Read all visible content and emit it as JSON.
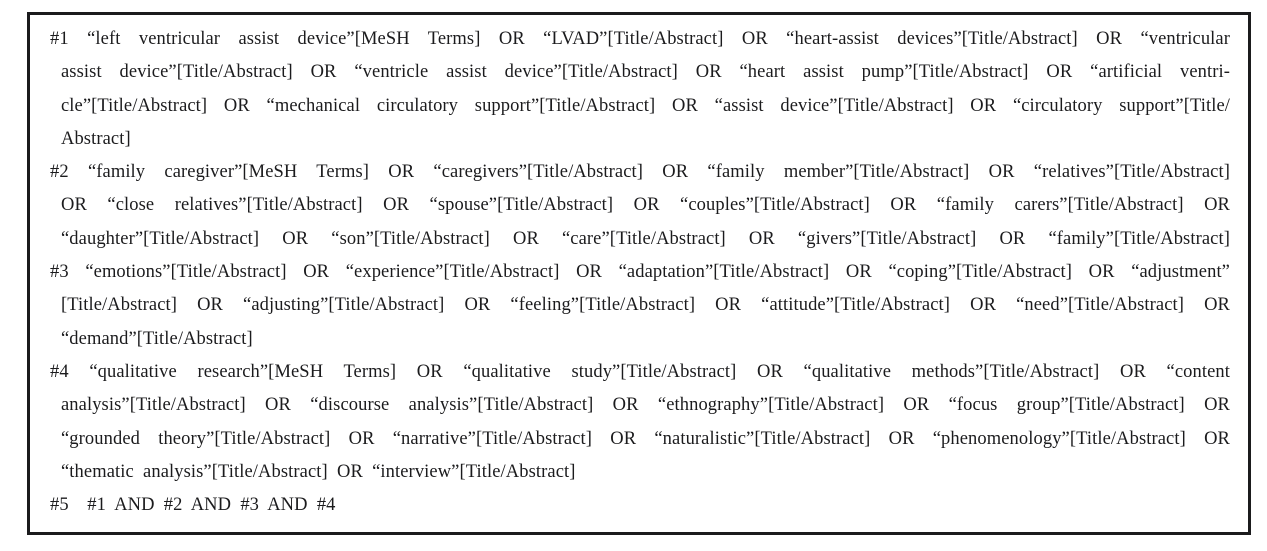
{
  "document": {
    "type": "pubmed-search-strategy-table",
    "text_color": "#1b1b1d",
    "border_color": "#1b1b1d",
    "background_color": "#ffffff",
    "entries": [
      {
        "id": "#1",
        "lines": [
          "#1 “left ventricular assist device”[MeSH Terms] OR “LVAD”[Title/Abstract] OR “heart-assist devices”[Title/Abstract] OR “ventricular",
          "assist device”[Title/Abstract] OR “ventricle assist device”[Title/Abstract] OR “heart assist pump”[Title/Abstract] OR “artificial ventri-",
          "cle”[Title/Abstract] OR “mechanical circulatory support”[Title/Abstract] OR “assist device”[Title/Abstract] OR “circulatory support”[Title/",
          "Abstract]"
        ]
      },
      {
        "id": "#2",
        "lines": [
          "#2 “family caregiver”[MeSH Terms] OR “caregivers”[Title/Abstract] OR “family member”[Title/Abstract] OR “relatives”[Title/Abstract]",
          "OR “close relatives”[Title/Abstract] OR “spouse”[Title/Abstract] OR “couples”[Title/Abstract] OR “family carers”[Title/Abstract] OR",
          "“daughter”[Title/Abstract] OR “son”[Title/Abstract] OR “care”[Title/Abstract] OR “givers”[Title/Abstract] OR “family”[Title/Abstract]"
        ]
      },
      {
        "id": "#3",
        "lines": [
          "#3 “emotions”[Title/Abstract] OR “experience”[Title/Abstract] OR “adaptation”[Title/Abstract] OR “coping”[Title/Abstract] OR “adjustment”",
          "[Title/Abstract] OR “adjusting”[Title/Abstract] OR “feeling”[Title/Abstract] OR “attitude”[Title/Abstract] OR “need”[Title/Abstract] OR",
          "“demand”[Title/Abstract]"
        ]
      },
      {
        "id": "#4",
        "lines": [
          "#4 “qualitative research”[MeSH Terms] OR “qualitative study”[Title/Abstract] OR “qualitative methods”[Title/Abstract] OR “content",
          "analysis”[Title/Abstract] OR “discourse analysis”[Title/Abstract] OR “ethnography”[Title/Abstract] OR “focus group”[Title/Abstract] OR",
          "“grounded theory”[Title/Abstract] OR “narrative”[Title/Abstract] OR “naturalistic”[Title/Abstract] OR “phenomenology”[Title/Abstract] OR",
          "“thematic analysis”[Title/Abstract] OR “interview”[Title/Abstract]"
        ]
      },
      {
        "id": "#5",
        "lines": [
          "#5 #1 AND #2 AND #3 AND #4"
        ]
      }
    ]
  }
}
